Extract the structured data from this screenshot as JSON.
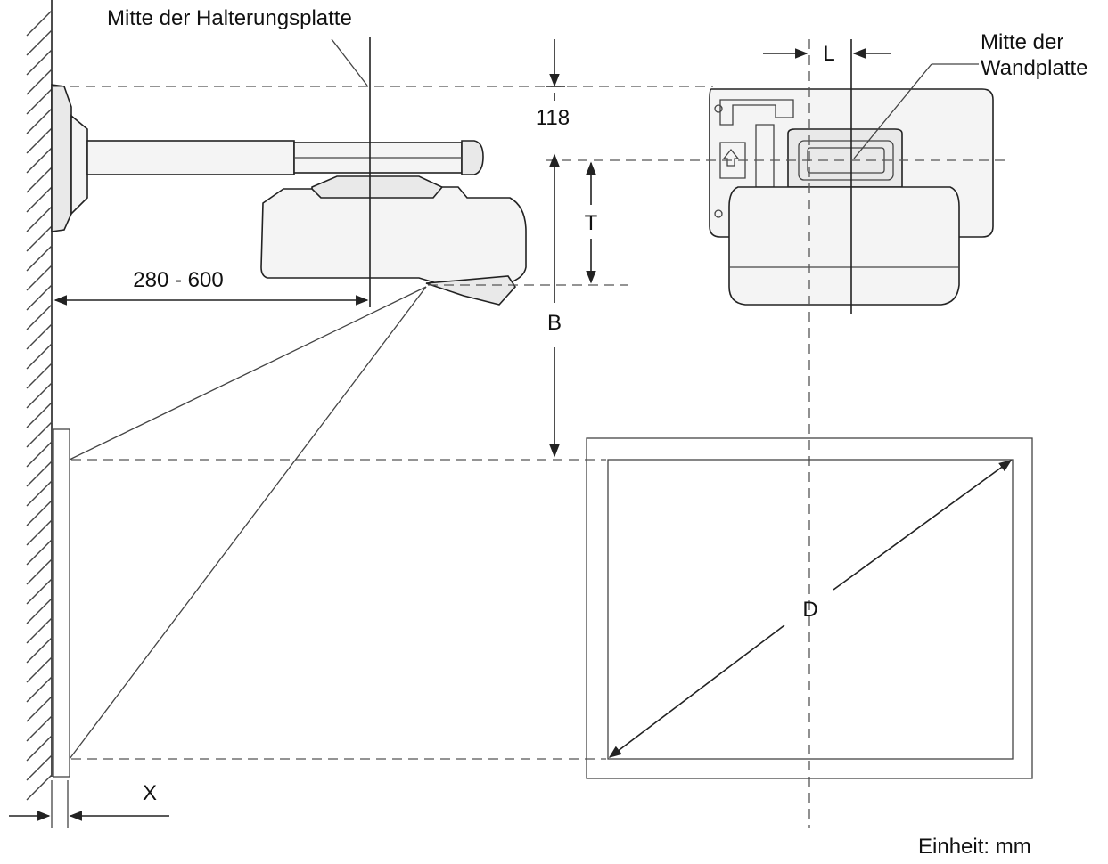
{
  "labels": {
    "bracket_center": "Mitte der Halterungsplatte",
    "wallplate_center_line1": "Mitte der",
    "wallplate_center_line2": "Wandplatte",
    "dim_118": "118",
    "dim_range": "280 - 600",
    "dim_L": "L",
    "dim_T": "T",
    "dim_B": "B",
    "dim_D": "D",
    "dim_X": "X",
    "unit": "Einheit: mm"
  },
  "colors": {
    "line": "#222222",
    "fill": "#f4f4f4",
    "background": "#ffffff"
  }
}
